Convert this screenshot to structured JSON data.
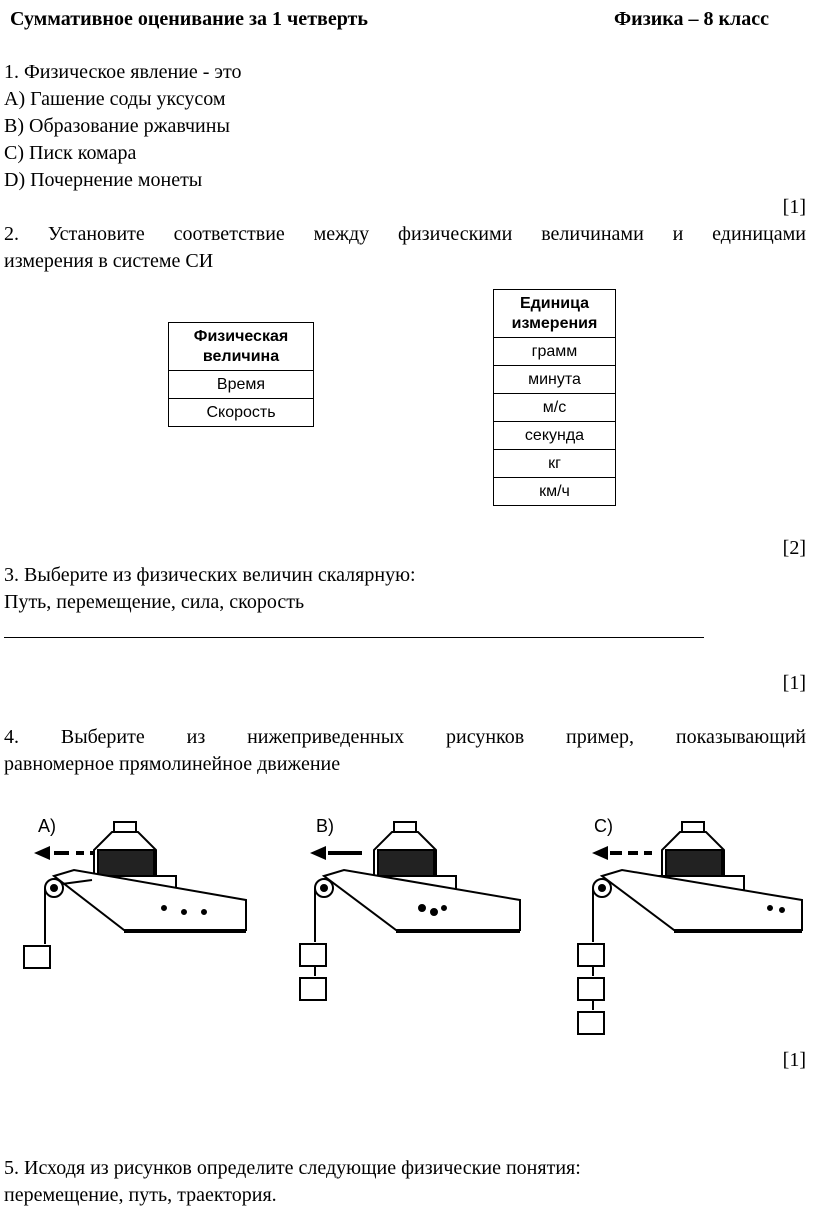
{
  "header": {
    "title": "Суммативное оценивание за 1  четверть",
    "subject": "Физика – 8 класс"
  },
  "q1": {
    "question": "1. Физическое явление - это",
    "options": [
      "A) Гашение соды уксусом",
      "B) Образование ржавчины",
      "C) Писк комара",
      "D) Почернение монеты"
    ],
    "score": "[1]"
  },
  "q2": {
    "question_line1": "2. Установите соответствие между физическими величинами и единицами",
    "question_line2": "измерения в системе СИ",
    "table_left": {
      "header_line1": "Физическая",
      "header_line2": "величина",
      "rows": [
        "Время",
        "Скорость"
      ]
    },
    "table_right": {
      "header_line1": "Единица",
      "header_line2": "измерения",
      "rows": [
        "грамм",
        "минута",
        "м/с",
        "секунда",
        "кг",
        "км/ч"
      ]
    },
    "score": "[2]"
  },
  "q3": {
    "question": "3. Выберите из  физических величин скалярную:",
    "options": "Путь, перемещение, сила, скорость",
    "score": "[1]"
  },
  "q4": {
    "question_line1": "4. Выберите из нижеприведенных рисунков пример, показывающий",
    "question_line2": "равномерное прямолинейное движение",
    "figures": [
      {
        "label": "A)",
        "weights": 1
      },
      {
        "label": "B)",
        "weights": 2
      },
      {
        "label": "C)",
        "weights": 3
      }
    ],
    "score": "[1]"
  },
  "q5": {
    "question_line1": "5. Исходя из рисунков определите следующие физические понятия:",
    "question_line2": "перемещение, путь, траектория."
  }
}
